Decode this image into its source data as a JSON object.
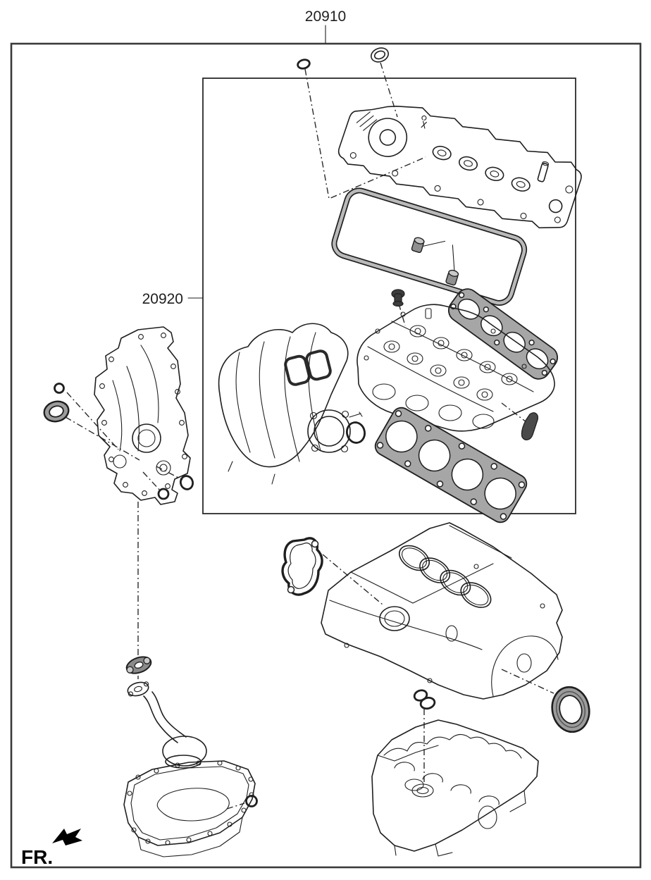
{
  "callouts": {
    "kit_main": {
      "label": "20910"
    },
    "kit_sub": {
      "label": "20920"
    }
  },
  "orientation": {
    "front_label": "FR."
  },
  "colors": {
    "line": "#1f1f1f",
    "border": "#3a3a3a",
    "gasket_fill": "#a6a6a6",
    "seal_fill": "#9c9c9c",
    "background": "#ffffff"
  },
  "parts": [
    "oil-filler-cap-seal-ring",
    "small-oring-seal",
    "cylinder-head-cover",
    "valve-cover-gasket",
    "spark-plug-tube-seal",
    "exhaust-manifold-gasket",
    "cylinder-head",
    "intake-manifold-port-gasket",
    "intake-manifold",
    "throttle-body-oring",
    "cylinder-head-gasket",
    "camshaft-seal-sliver",
    "timing-chain-cover",
    "crankshaft-front-oil-seal",
    "timing-cover-small-oring",
    "timing-cover-orings",
    "oil-pickup-gasket",
    "oil-pickup-strainer",
    "oil-pan",
    "oil-pan-plug-seal",
    "water-pump-gasket",
    "cylinder-block",
    "block-orings",
    "crankshaft-rear-oil-seal",
    "lower-crankcase"
  ]
}
